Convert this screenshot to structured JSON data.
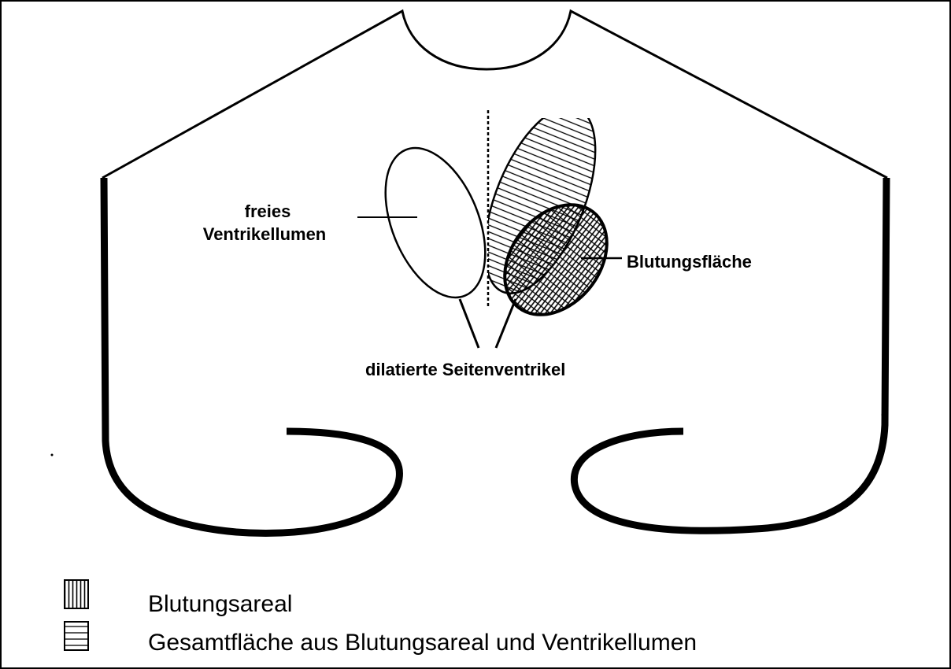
{
  "labels": {
    "freies_line1": "freies",
    "freies_line2": "Ventrikellumen",
    "blutungsflaeche": "Blutungsfläche",
    "dilatierte": "dilatierte Seitenventrikel"
  },
  "legend": [
    {
      "pattern": "vertical-lines",
      "text": "Blutungsareal"
    },
    {
      "pattern": "horizontal-lines",
      "text": "Gesamtfläche aus Blutungsareal und Ventrikellumen"
    }
  ]
}
